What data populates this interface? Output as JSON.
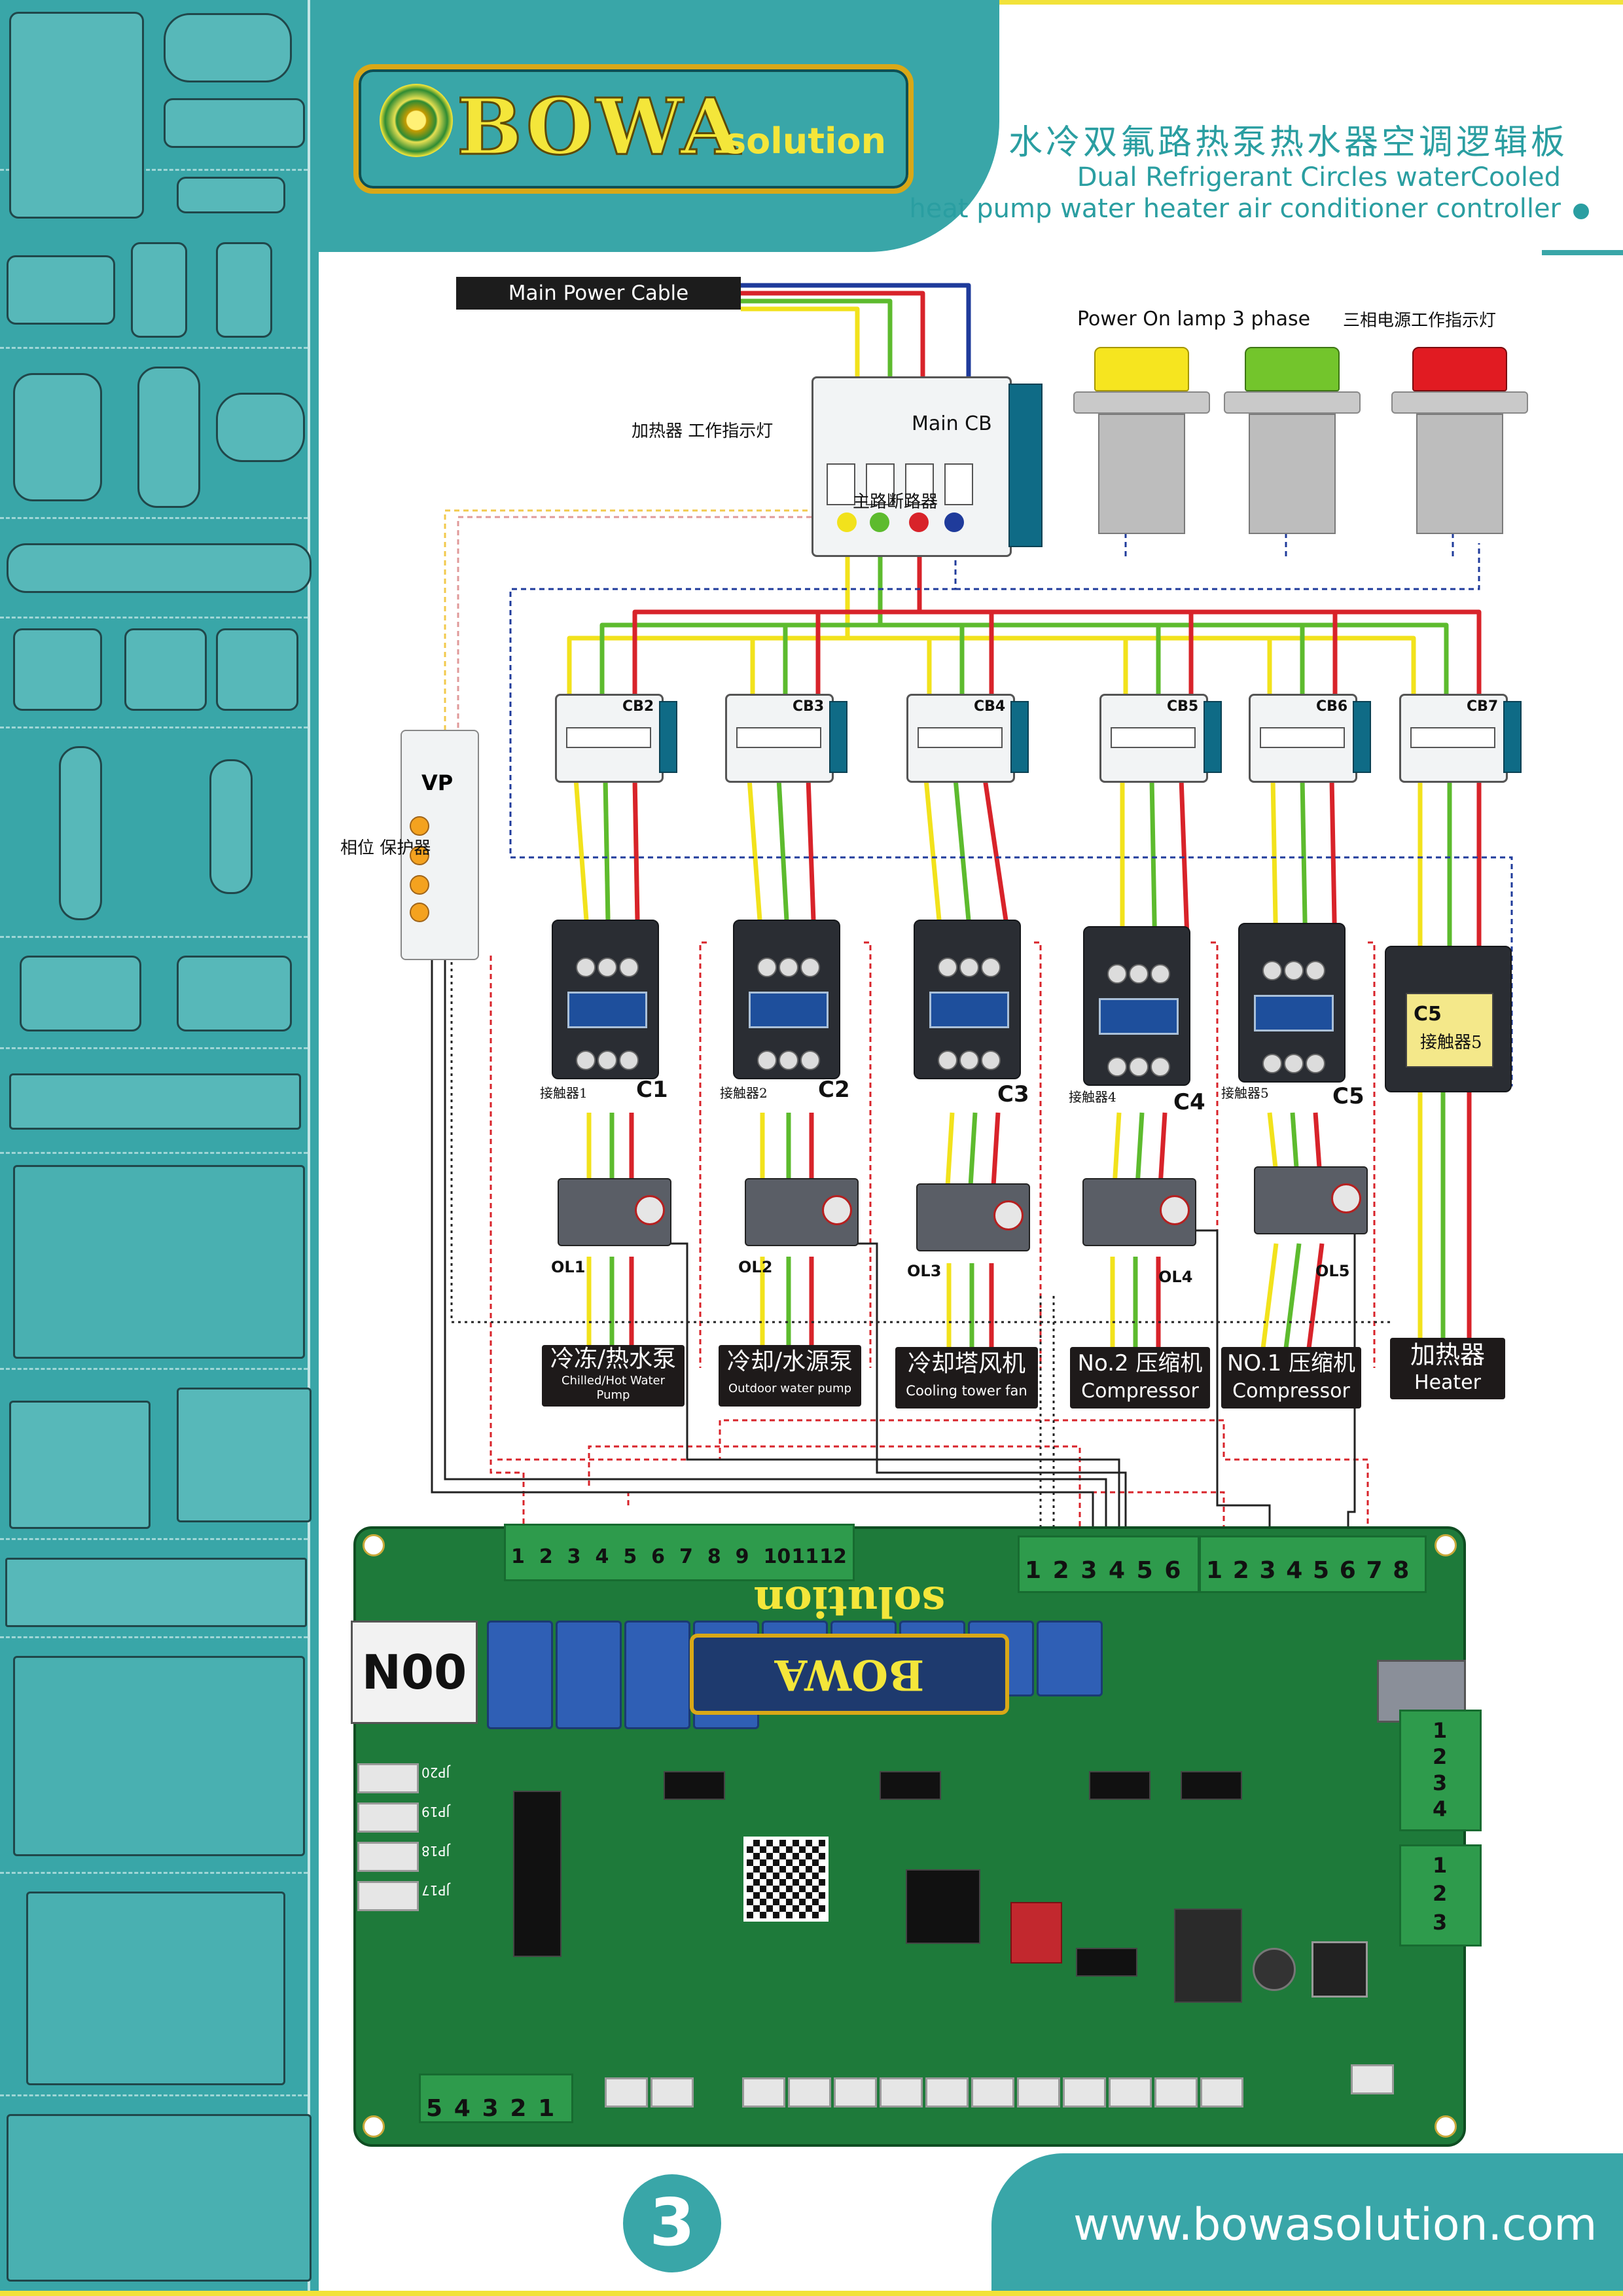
{
  "header": {
    "brand": "BOWA",
    "brand_sub": "solution",
    "title_cn": "水冷双氟路热泵热水器空调逻辑板",
    "title_en_line1": "Dual Refrigerant Circles waterCooled",
    "title_en_line2": "heat pump water heater air conditioner controller"
  },
  "power": {
    "cable_label": "Main Power Cable",
    "main_cb_label": "Main CB",
    "main_cb_cn": "主路断路器",
    "lamp_label_en": "Power On lamp 3 phase",
    "lamp_label_cn": "三相电源工作指示灯",
    "heater_lamp_cn": "加热器 工作指示灯",
    "lamp_colors": [
      "#f6e51f",
      "#73c52c",
      "#e11b22"
    ]
  },
  "phase_protector": {
    "label": "VP",
    "label_cn": "相位 保护器"
  },
  "breakers": [
    "CB2",
    "CB3",
    "CB4",
    "CB5",
    "CB6",
    "CB7"
  ],
  "contactors": [
    {
      "name": "C1",
      "cn": "接触器1"
    },
    {
      "name": "C2",
      "cn": "接触器2"
    },
    {
      "name": "C3",
      "cn": ""
    },
    {
      "name": "C4",
      "cn": "接触器4"
    },
    {
      "name": "C5",
      "cn": "接触器5"
    },
    {
      "name": "C5",
      "cn": "接触器5"
    }
  ],
  "overloads": [
    "OL1",
    "OL2",
    "OL3",
    "OL4",
    "OL5"
  ],
  "loads": [
    {
      "cn": "冷冻/热水泵",
      "en": "Chilled/Hot Water Pump"
    },
    {
      "cn": "冷却/水源泵",
      "en": "Outdoor water pump"
    },
    {
      "cn": "冷却塔风机",
      "en": "Cooling tower fan"
    },
    {
      "cn": "No.2 压缩机",
      "en": "Compressor"
    },
    {
      "cn": "NO.1 压缩机",
      "en": "Compressor"
    },
    {
      "cn": "加热器",
      "en": "Heater"
    }
  ],
  "pcb": {
    "model": "N00",
    "terminal_block_a": [
      "1",
      "2",
      "3",
      "4",
      "5",
      "6",
      "7",
      "8",
      "9",
      "10",
      "11",
      "12"
    ],
    "terminal_block_b": [
      "1",
      "2",
      "3",
      "4",
      "5",
      "6"
    ],
    "terminal_block_c": [
      "1",
      "2",
      "3",
      "4",
      "5",
      "6",
      "7",
      "8"
    ],
    "terminal_block_d": [
      "1",
      "2",
      "3",
      "4"
    ],
    "terminal_block_e": [
      "1",
      "2",
      "3"
    ],
    "terminal_block_f": [
      "5",
      "4",
      "3",
      "2",
      "1"
    ],
    "connectors_left": [
      "JP20",
      "JP19",
      "JP18",
      "JP17"
    ],
    "logo": "BOWA solution"
  },
  "wire_colors": {
    "yellow": "#f2e21c",
    "green": "#5dbb2e",
    "red": "#d8232a",
    "blue": "#1f3b9b"
  },
  "footer": {
    "page_number": "3",
    "url": "www.bowasolution.com"
  }
}
